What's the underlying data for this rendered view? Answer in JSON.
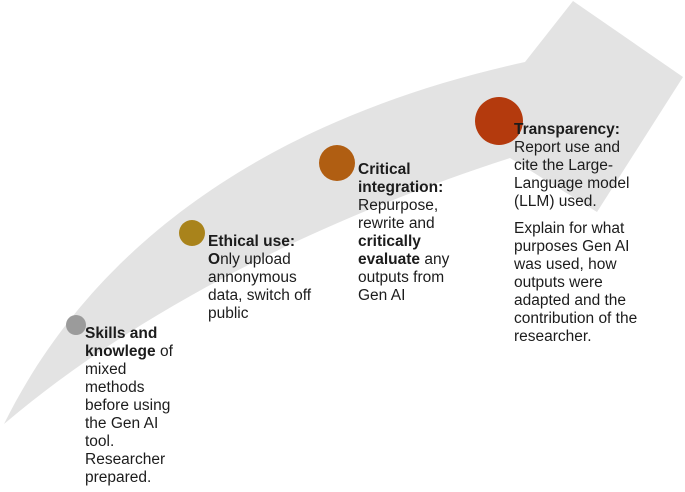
{
  "arrow": {
    "color": "#e3e3e3",
    "direction": "up-right"
  },
  "stages": [
    {
      "name": "skills",
      "marker_color": "#9b9b9b",
      "paragraphs": [
        [
          {
            "text": "Skills and\nknowlege",
            "bold": true
          },
          {
            "text": " of\nmixed\nmethods\nbefore using\nthe Gen AI\ntool.\nResearcher\nprepared.",
            "bold": false
          }
        ]
      ]
    },
    {
      "name": "ethical-use",
      "marker_color": "#a9831b",
      "paragraphs": [
        [
          {
            "text": "Ethical use:\nO",
            "bold": true
          },
          {
            "text": "nly upload\nannonymous\ndata, switch off\npublic",
            "bold": false
          }
        ]
      ]
    },
    {
      "name": "critical-integration",
      "marker_color": "#b05e12",
      "paragraphs": [
        [
          {
            "text": "Critical\nintegration:",
            "bold": true
          },
          {
            "text": "\nRepurpose,\nrewrite and\n",
            "bold": false
          },
          {
            "text": "critically\nevaluate",
            "bold": true
          },
          {
            "text": " any\noutputs from\nGen AI",
            "bold": false
          }
        ]
      ]
    },
    {
      "name": "transparency",
      "marker_color": "#b43a0d",
      "paragraphs": [
        [
          {
            "text": "Transparency:",
            "bold": true
          },
          {
            "text": "\nReport use and\ncite the Large-\nLanguage model\n(LLM) used.",
            "bold": false
          }
        ],
        [
          {
            "text": "Explain for what\npurposes Gen AI\nwas used, how\noutputs were\nadapted and the\ncontribution of the\nresearcher.",
            "bold": false
          }
        ]
      ]
    }
  ]
}
